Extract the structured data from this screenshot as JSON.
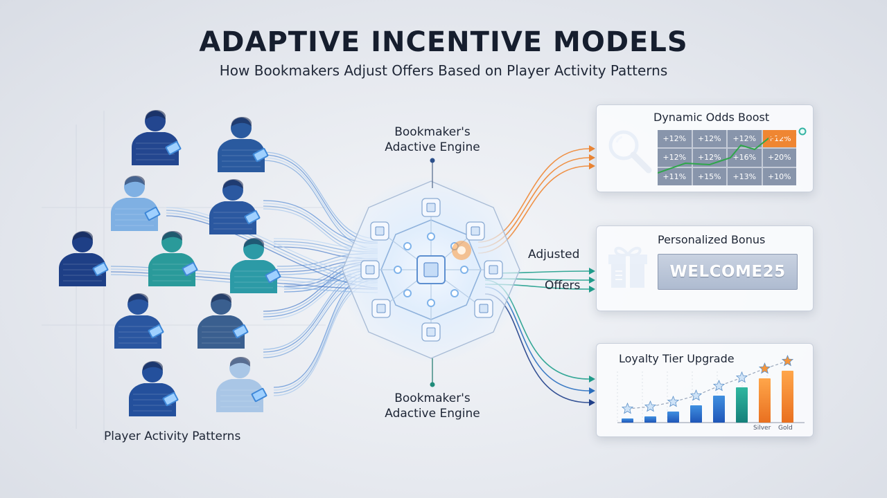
{
  "header": {
    "title": "ADAPTIVE INCENTIVE MODELS",
    "subtitle": "How Bookmakers Adjust Offers Based on Player Activity Patterns"
  },
  "engine": {
    "label_top": [
      "Bookmaker's",
      "Adactive Engine"
    ],
    "label_bottom": [
      "Bookmaker's",
      "Adactive Engine"
    ]
  },
  "flow": {
    "players_label": "Player Activity Patterns",
    "adjusted_offers": [
      "Adjusted",
      "Offers"
    ]
  },
  "cards": {
    "odds": {
      "title": "Dynamic Odds Boost",
      "icon": "magnifier-icon",
      "grid": [
        [
          "+12%",
          "+12%",
          "+12%",
          "+12%"
        ],
        [
          "+12%",
          "+12%",
          "+16%",
          "+20%"
        ],
        [
          "+11%",
          "+15%",
          "+13%",
          "+10%"
        ]
      ],
      "highlight_cell": [
        0,
        3
      ]
    },
    "bonus": {
      "title": "Personalized Bonus",
      "icon": "gift-icon",
      "code": "WELCOME25"
    },
    "loyalty": {
      "title": "Loyalty Tier Upgrade",
      "tiers": [
        "Silver",
        "Gold"
      ]
    }
  },
  "colors": {
    "accent_blue": "#2a6fc0",
    "accent_teal": "#1f9e8c",
    "accent_orange": "#ef8632",
    "dark_blue": "#1f3f8a"
  }
}
